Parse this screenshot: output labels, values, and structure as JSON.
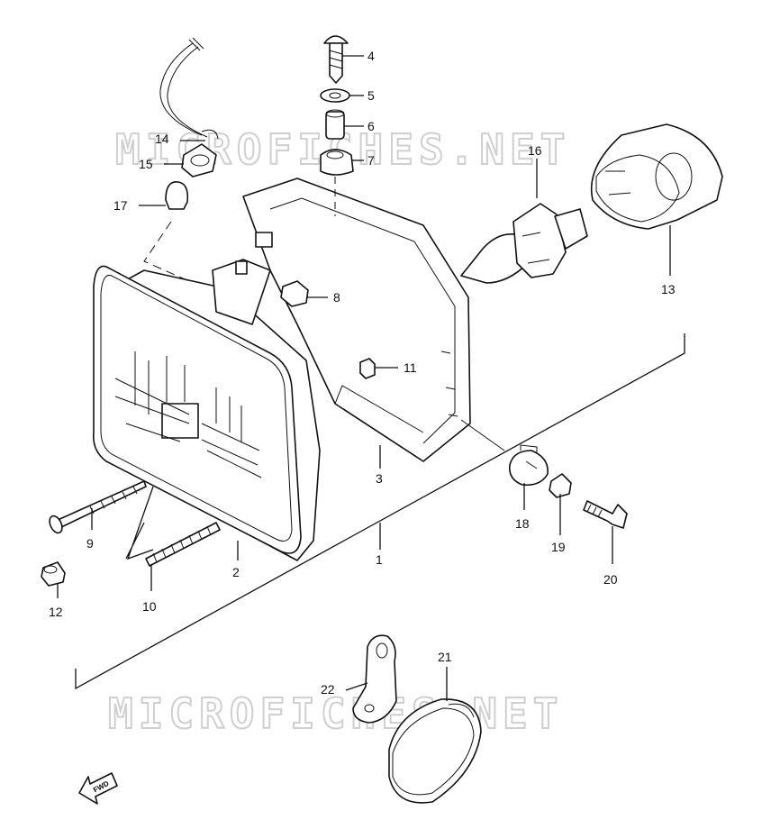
{
  "watermarks": [
    "MICROFICHES.NET",
    "MICROFICHES.NET"
  ],
  "fwd_label": "FWD",
  "callouts": [
    {
      "id": "c1",
      "text": "1"
    },
    {
      "id": "c2",
      "text": "2"
    },
    {
      "id": "c3",
      "text": "3"
    },
    {
      "id": "c4",
      "text": "4"
    },
    {
      "id": "c5",
      "text": "5"
    },
    {
      "id": "c6",
      "text": "6"
    },
    {
      "id": "c7",
      "text": "7"
    },
    {
      "id": "c8",
      "text": "8"
    },
    {
      "id": "c9",
      "text": "9"
    },
    {
      "id": "c10",
      "text": "10"
    },
    {
      "id": "c11",
      "text": "11"
    },
    {
      "id": "c12",
      "text": "12"
    },
    {
      "id": "c13",
      "text": "13"
    },
    {
      "id": "c14",
      "text": "14"
    },
    {
      "id": "c15",
      "text": "15"
    },
    {
      "id": "c16",
      "text": "16"
    },
    {
      "id": "c17",
      "text": "17"
    },
    {
      "id": "c18",
      "text": "18"
    },
    {
      "id": "c19",
      "text": "19"
    },
    {
      "id": "c20",
      "text": "20"
    },
    {
      "id": "c21",
      "text": "21"
    },
    {
      "id": "c22",
      "text": "22"
    }
  ]
}
